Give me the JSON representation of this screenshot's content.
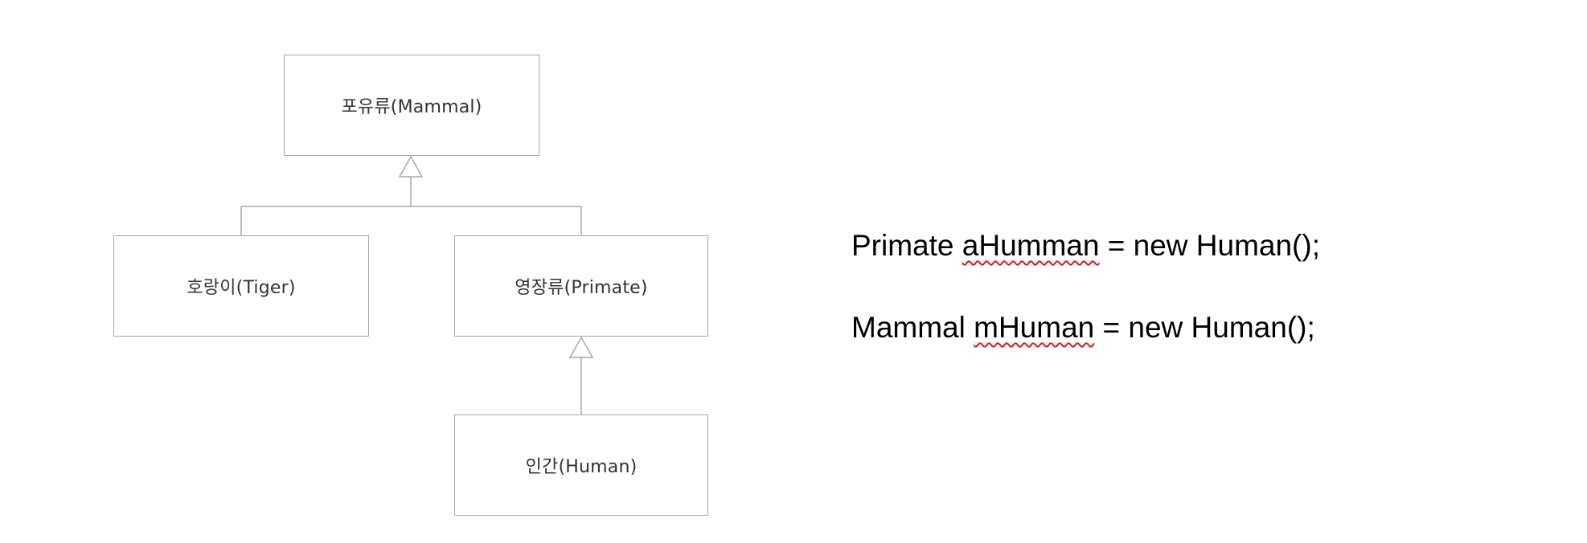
{
  "diagram": {
    "classes": {
      "mammal": "포유류(Mammal)",
      "tiger": "호랑이(Tiger)",
      "primate": "영장류(Primate)",
      "human": "인간(Human)"
    },
    "relations": [
      {
        "child": "tiger",
        "parent": "mammal",
        "type": "inheritance"
      },
      {
        "child": "primate",
        "parent": "mammal",
        "type": "inheritance"
      },
      {
        "child": "human",
        "parent": "primate",
        "type": "inheritance"
      }
    ],
    "colors": {
      "line": "#a7a7a7",
      "text": "#333333"
    }
  },
  "code": {
    "line1": {
      "type": "Primate",
      "var": "aHumman",
      "rest": "= new Human();"
    },
    "line2": {
      "type": "Mammal",
      "var": "mHuman",
      "rest": "= new Human();"
    },
    "spellcheck_color": "#d11a1a"
  }
}
